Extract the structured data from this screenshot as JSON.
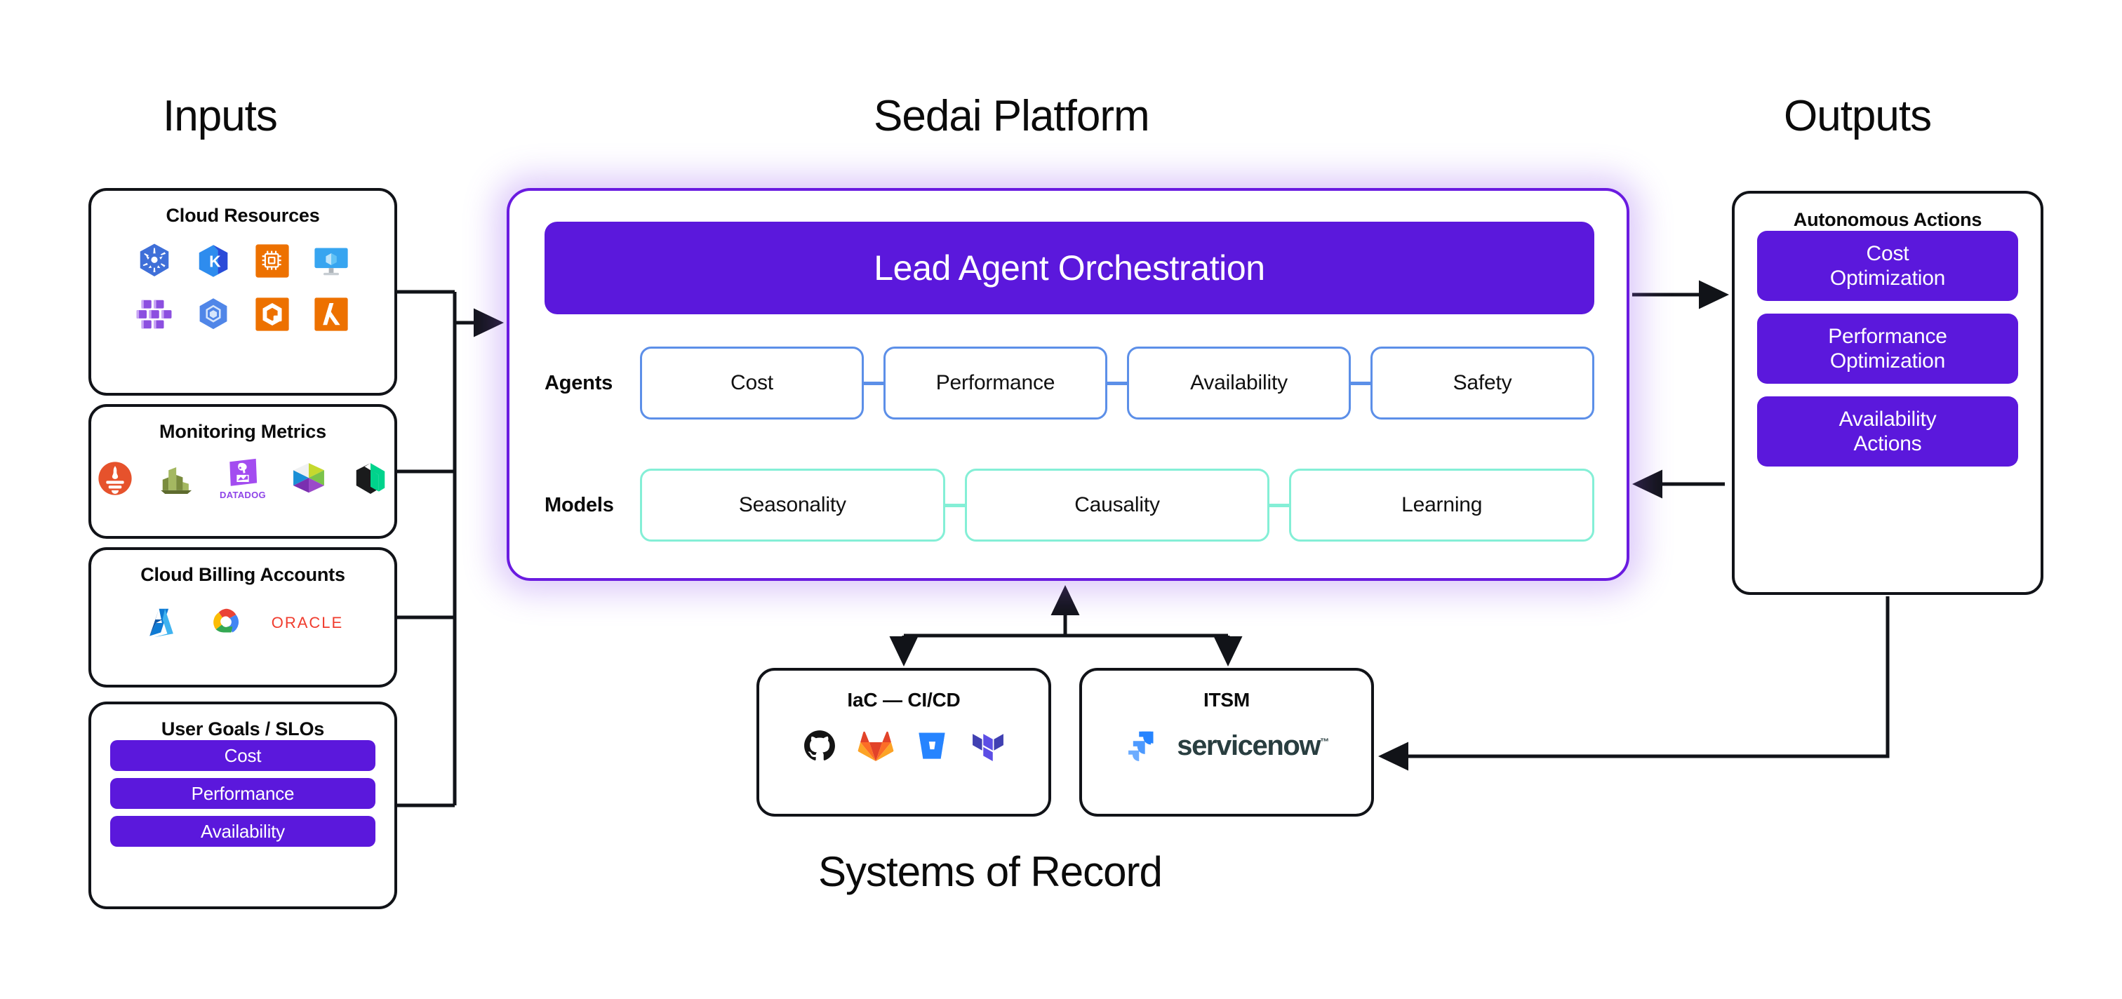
{
  "headings": {
    "inputs": "Inputs",
    "platform": "Sedai Platform",
    "outputs": "Outputs",
    "systems_of_record": "Systems of Record"
  },
  "colors": {
    "brand_purple": "#5B18DC",
    "platform_border": "#6A1BE0",
    "agent_border": "#5C8FE8",
    "model_border": "#84EFD6",
    "card_border": "#111318",
    "text": "#0b0b0b"
  },
  "inputs": {
    "cards": [
      {
        "title": "Cloud Resources",
        "icons": [
          "kubernetes-icon",
          "azure-kubernetes-service-icon",
          "aws-ec2-icon",
          "azure-virtual-machine-icon",
          "aws-ecs-containers-icon",
          "google-kubernetes-engine-icon",
          "aws-ecr-icon",
          "aws-lambda-icon"
        ]
      },
      {
        "title": "Monitoring Metrics",
        "icons": [
          "prometheus-icon",
          "aws-cloudwatch-icon",
          "datadog-icon",
          "elastic-icon",
          "new-relic-icon"
        ],
        "icon_labels": {
          "datadog": "DATADOG"
        }
      },
      {
        "title": "Cloud Billing Accounts",
        "icons": [
          "microsoft-azure-icon",
          "google-cloud-icon",
          "oracle-wordmark"
        ],
        "icon_labels": {
          "oracle": "ORACLE"
        }
      },
      {
        "title": "User Goals / SLOs",
        "pills": [
          "Cost",
          "Performance",
          "Availability"
        ]
      }
    ]
  },
  "platform": {
    "orchestration_label": "Lead Agent Orchestration",
    "agents": {
      "label": "Agents",
      "nodes": [
        "Cost",
        "Performance",
        "Availability",
        "Safety"
      ]
    },
    "models": {
      "label": "Models",
      "nodes": [
        "Seasonality",
        "Causality",
        "Learning"
      ]
    }
  },
  "outputs": {
    "title": "Autonomous Actions",
    "actions": [
      "Cost Optimization",
      "Performance Optimization",
      "Availability Actions"
    ]
  },
  "systems_of_record": {
    "cards": [
      {
        "title": "IaC — CI/CD",
        "icons": [
          "github-icon",
          "gitlab-icon",
          "bitbucket-icon",
          "terraform-icon"
        ]
      },
      {
        "title": "ITSM",
        "icons": [
          "jira-icon",
          "servicenow-wordmark"
        ],
        "icon_labels": {
          "servicenow": "servicenow"
        }
      }
    ]
  }
}
